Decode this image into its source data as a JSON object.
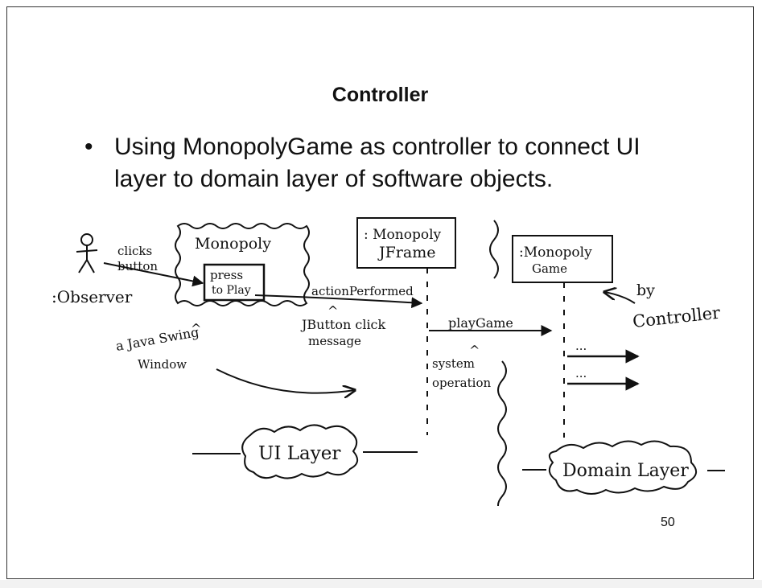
{
  "slide": {
    "title": "Controller",
    "bullet_symbol": "•",
    "bullet_text": "Using MonopolyGame as controller to connect UI layer to domain layer of software objects.",
    "page_number": "50"
  },
  "diagram": {
    "observer_label": ":Observer",
    "clicks_label_1": "clicks",
    "clicks_label_2": "button",
    "window_title": "Monopoly",
    "button_label_1": "press",
    "button_label_2": "to Play",
    "jframe_label_1": ": Monopoly",
    "jframe_label_2": "JFrame",
    "game_label_1": ":Monopoly",
    "game_label_2": "Game",
    "action_performed": "actionPerformed",
    "jbutton_label_1": "JButton click",
    "jbutton_label_2": "message",
    "java_swing_label_1": "a Java Swing",
    "java_swing_label_2": "Window",
    "play_game": "playGame",
    "system_op_label_1": "system",
    "system_op_label_2": "operation",
    "by_controller_1": "by",
    "by_controller_2": "Controller",
    "ellipsis_1": "...",
    "ellipsis_2": "...",
    "ui_layer": "UI Layer",
    "domain_layer": "Domain Layer"
  }
}
